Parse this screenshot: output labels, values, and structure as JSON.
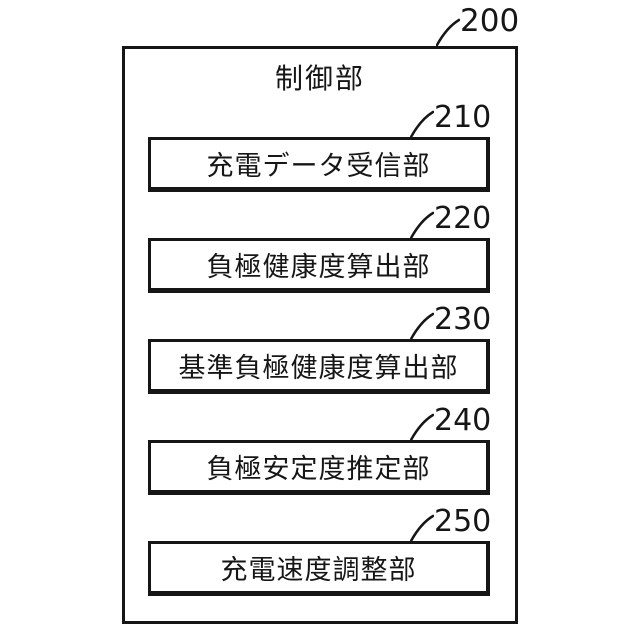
{
  "figure": {
    "outer": {
      "ref": "200",
      "title": "制御部"
    },
    "units": [
      {
        "ref": "210",
        "label": "充電データ受信部"
      },
      {
        "ref": "220",
        "label": "負極健康度算出部"
      },
      {
        "ref": "230",
        "label": "基準負極健康度算出部"
      },
      {
        "ref": "240",
        "label": "負極安定度推定部"
      },
      {
        "ref": "250",
        "label": "充電速度調整部"
      }
    ],
    "colors": {
      "line": "#161616",
      "background": "#ffffff"
    }
  }
}
